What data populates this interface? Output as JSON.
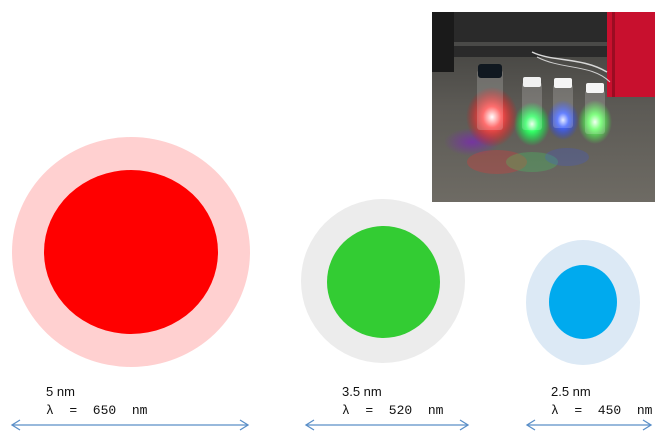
{
  "dots": [
    {
      "size": "5 nm",
      "wavelength": "λ  =  650  nm",
      "core_color": "#ff0000",
      "halo_color": "#ffd0d0"
    },
    {
      "size": "3.5 nm",
      "wavelength": "λ  =  520  nm",
      "core_color": "#33cc33",
      "halo_color": "#ececec"
    },
    {
      "size": "2.5 nm",
      "wavelength": "λ  =  450  nm",
      "core_color": "#00aaee",
      "halo_color": "#dce9f5"
    }
  ],
  "arrow_color": "#5a8fc8",
  "photo": {
    "description_icon": "photo-vials-glowing",
    "vials": [
      {
        "glow": "#ff3030"
      },
      {
        "glow": "#33ff66"
      },
      {
        "glow": "#4466ff"
      },
      {
        "glow": "#66ff66"
      }
    ]
  }
}
